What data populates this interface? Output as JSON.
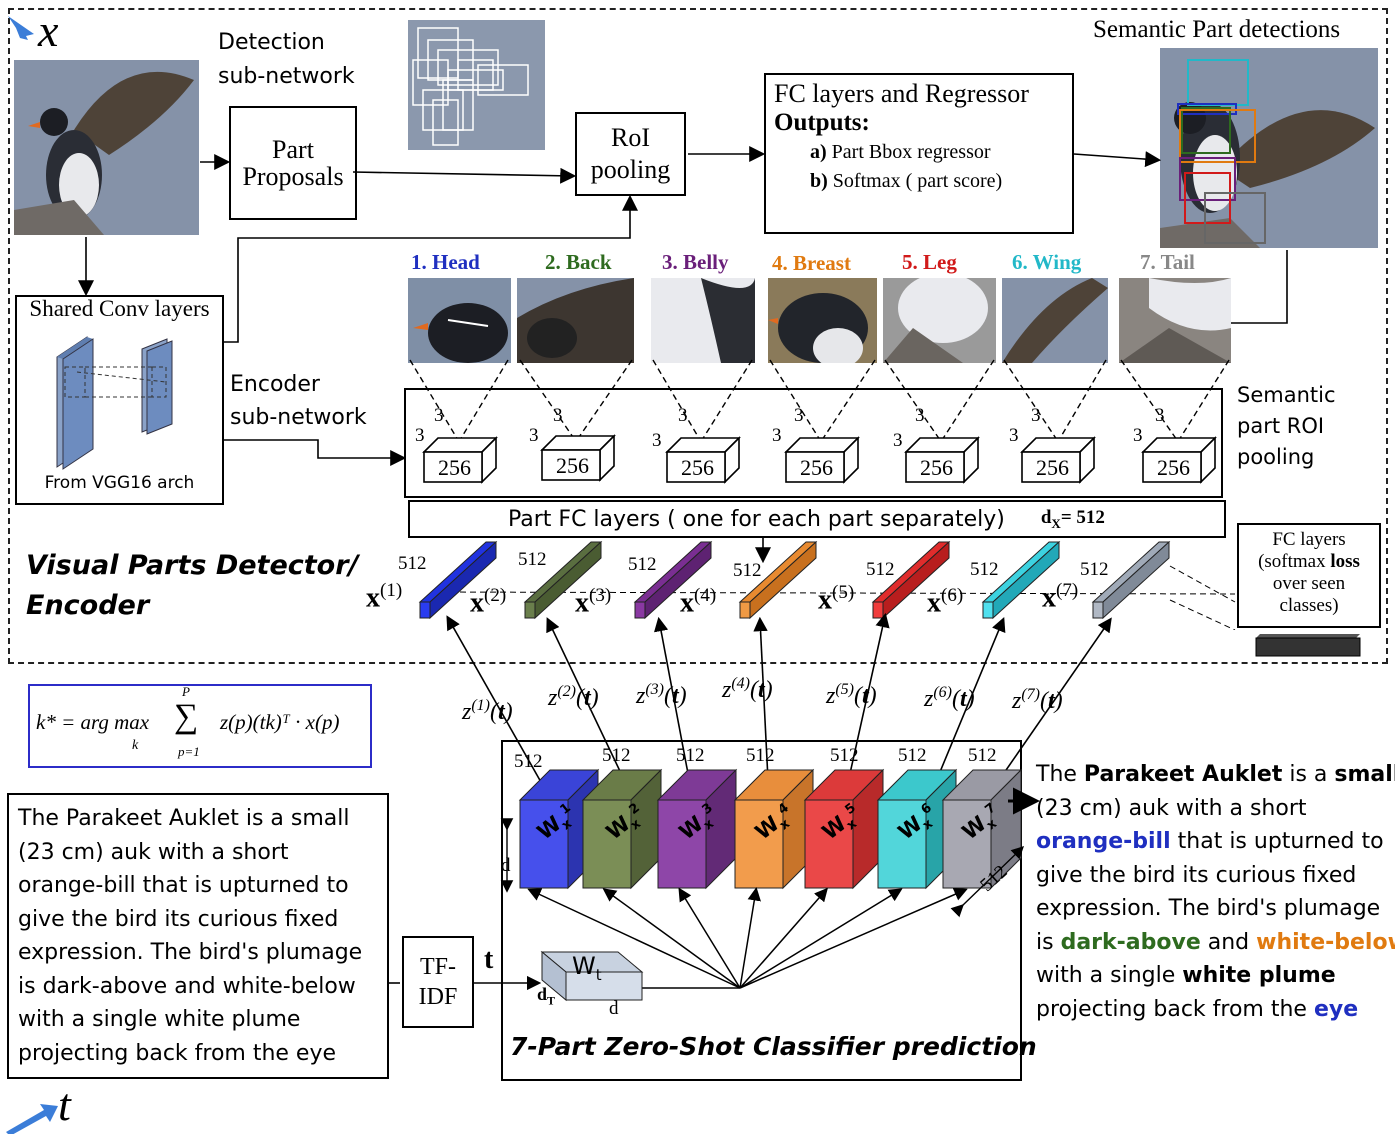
{
  "corner_labels": {
    "x": "x",
    "t": "t"
  },
  "top": {
    "detection_subnetwork": [
      "Detection",
      "sub-network"
    ],
    "part_proposals": [
      "Part",
      "Proposals"
    ],
    "roi_pooling": [
      "RoI",
      "pooling"
    ],
    "fc_regressor": {
      "title": "FC layers and Regressor",
      "outputs": "Outputs:",
      "a_prefix": "a)",
      "a_text": "Part Bbox  regressor",
      "b_prefix": "b)",
      "b_text": "Softmax  ( part score)"
    },
    "semantic_part_detections": "Semantic Part detections",
    "shared_conv": "Shared Conv layers",
    "from_vgg": "From VGG16 arch",
    "encoder_subnetwork": [
      "Encoder",
      "sub-network"
    ],
    "semantic_roi_pooling": [
      "Semantic",
      "part ROI",
      "pooling"
    ]
  },
  "parts": [
    {
      "label": "1. Head",
      "color": "#1f2fc0"
    },
    {
      "label": "2. Back",
      "color": "#2e6b1f"
    },
    {
      "label": "3. Belly",
      "color": "#6a1f7a"
    },
    {
      "label": "4. Breast",
      "color": "#e07a10"
    },
    {
      "label": "5. Leg",
      "color": "#d11a1a"
    },
    {
      "label": "6. Wing",
      "color": "#22b8c8"
    },
    {
      "label": "7. Tail",
      "color": "#888888"
    }
  ],
  "cube": {
    "depth_label": "256",
    "kernel": "3"
  },
  "part_fc": {
    "text": "Part FC layers ( one for each  part separately)",
    "dim": "d",
    "dim_sub": "X",
    "dim_value": "= 512"
  },
  "fc_loss": {
    "line1": "FC layers",
    "line2": "(softmax ",
    "loss": "loss",
    "line3": "over seen",
    "line4": "classes)"
  },
  "visual_detector_title": [
    "Visual Parts Detector/",
    "Encoder"
  ],
  "feature_vectors": {
    "dim": "512",
    "symbol": "x",
    "indices": [
      "(1)",
      "(2)",
      "(3)",
      "(4)",
      "(5)",
      "(6)",
      "(7)"
    ]
  },
  "z_labels": [
    "(1)",
    "(2)",
    "(3)",
    "(4)",
    "(5)",
    "(6)",
    "(7)"
  ],
  "equation": {
    "lhs": "k* = arg max",
    "sub": "k",
    "sum_top": "P",
    "sum_bot": "p=1",
    "body": "z(p)(tk)ᵀ · x(p)"
  },
  "classifier": {
    "title": "7-Part Zero-Shot Classifier prediction",
    "dim": "512",
    "d": "d",
    "w_symbol": "W",
    "w_sub": "x",
    "w_sup": [
      "1",
      "2",
      "3",
      "4",
      "5",
      "6",
      "7"
    ],
    "wt": "W",
    "wt_sub": "t",
    "dt": "d",
    "dt_sub": "T",
    "wt_d": "d"
  },
  "tfidf": [
    "TF-",
    "IDF"
  ],
  "t_symbol": "t",
  "left_text": [
    "The Parakeet Auklet  is a small",
    "(23 cm)  auk with a short",
    "orange-bill  that is upturned  to",
    "give the bird its curious  fixed",
    "expression.  The bird's plumage",
    "is dark-above  and white-below",
    "with a single  white plume",
    "projecting  back from the eye"
  ],
  "right_text": {
    "l1_a": "The ",
    "l1_b": "Parakeet Auklet",
    "l1_c": "  is a ",
    "l1_d": "small",
    "l2": "(23 cm) auk with a short",
    "l3_a": "orange-bill",
    "l3_b": " that is upturned  to",
    "l4": "give the bird its curious  fixed",
    "l5": "expression.  The bird's plumage",
    "l6_a": "is ",
    "l6_b": "dark-above",
    "l6_c": " and ",
    "l6_d": "white-below",
    "l7_a": "with a single  ",
    "l7_b": "white plume",
    "l8_a": "projecting  back from the ",
    "l8_b": "eye"
  },
  "colors": {
    "blue": "#1f2fc0",
    "green": "#2e6b1f",
    "orange": "#e07a10"
  }
}
